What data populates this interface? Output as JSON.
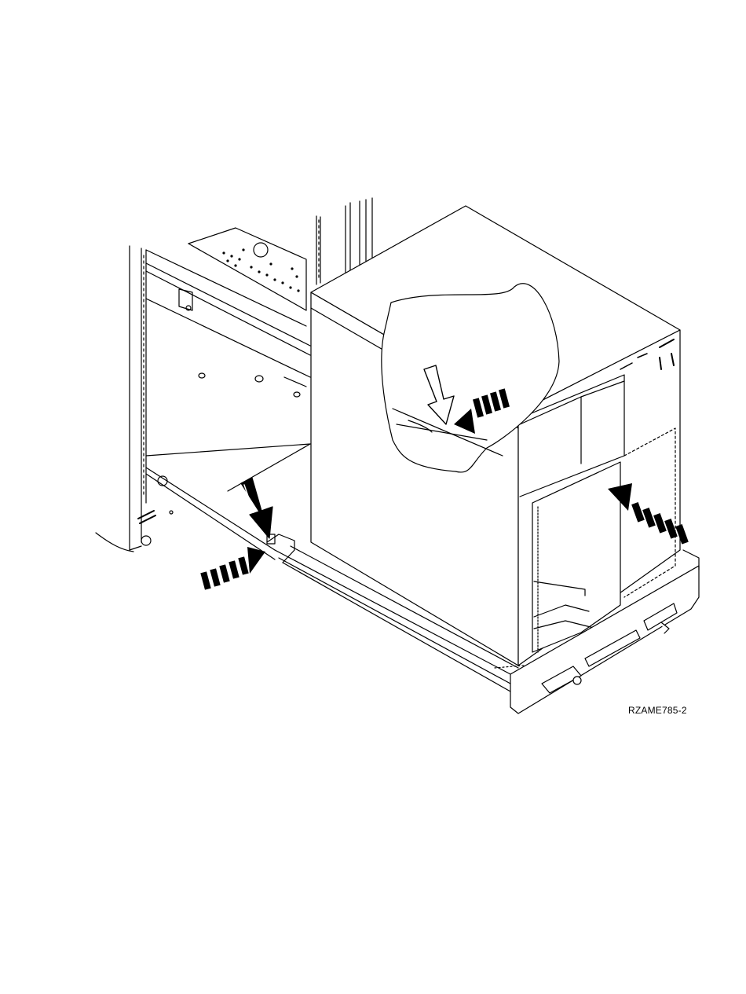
{
  "figure": {
    "id_label": "RZAME785-2",
    "ink_color": "#000000",
    "paper_color": "#ffffff",
    "arrows": [
      {
        "name": "down-arrow-top-hollow",
        "style": "outlined",
        "direction": "down"
      },
      {
        "name": "dashed-arrow-top",
        "style": "dashed",
        "direction": "left"
      },
      {
        "name": "down-arrow-bottom",
        "style": "outlined",
        "direction": "down"
      },
      {
        "name": "dashed-arrow-left",
        "style": "dashed",
        "direction": "right"
      },
      {
        "name": "dashed-arrow-right",
        "style": "dashed",
        "direction": "up-left"
      }
    ]
  }
}
